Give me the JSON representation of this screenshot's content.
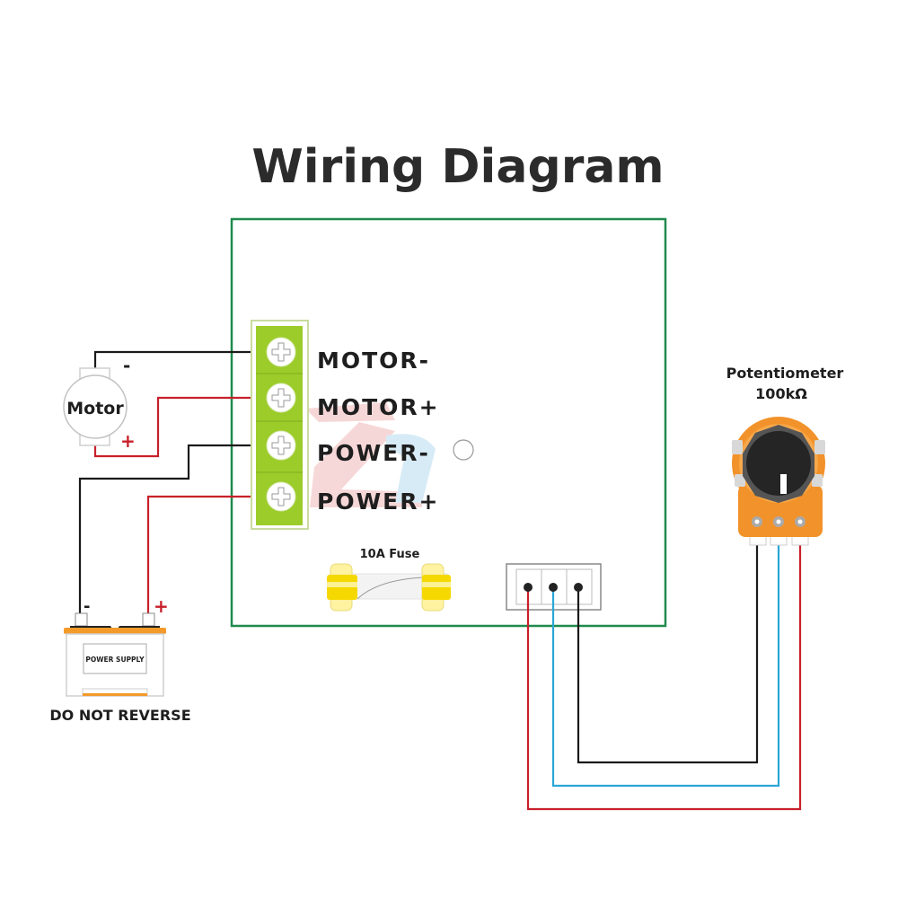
{
  "title": "Wiring Diagram",
  "colors": {
    "board_border": "#1f8a4c",
    "terminal_green": "#9ccc2a",
    "wire_black": "#1a1a1a",
    "wire_red": "#c8202a",
    "wire_blue": "#2aa6d6",
    "fuse_yellow": "#f5d800",
    "pot_orange": "#f2922a",
    "battery_orange": "#f39a2b"
  },
  "terminals": [
    {
      "id": "motor-minus",
      "label": "MOTOR-"
    },
    {
      "id": "motor-plus",
      "label": "MOTOR+"
    },
    {
      "id": "power-minus",
      "label": "POWER-"
    },
    {
      "id": "power-plus",
      "label": "POWER+"
    }
  ],
  "motor": {
    "label": "Motor",
    "minus_sign": "-",
    "plus_sign": "+"
  },
  "battery": {
    "label": "POWER SUPPLY",
    "minus_sign": "-",
    "plus_sign": "+",
    "warning": "DO NOT REVERSE"
  },
  "fuse": {
    "label": "10A Fuse"
  },
  "potentiometer": {
    "name": "Potentiometer",
    "value": "100kΩ"
  },
  "connector": {
    "pins": 3
  }
}
